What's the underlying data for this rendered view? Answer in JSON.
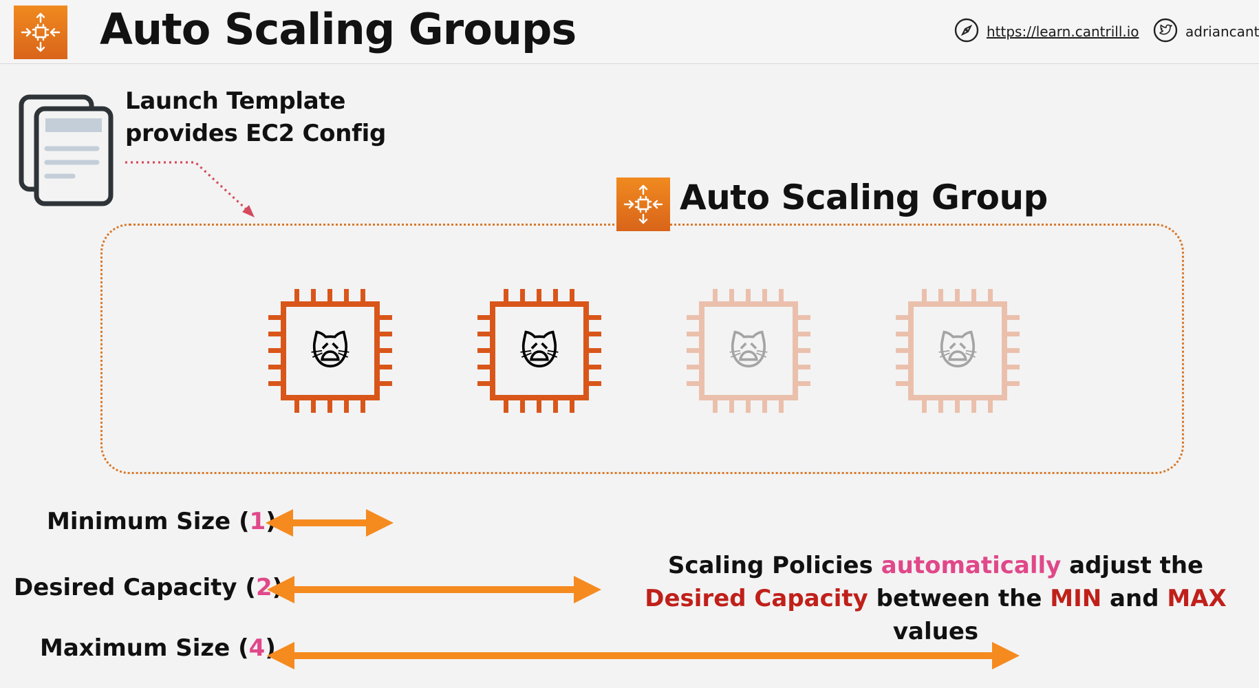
{
  "header": {
    "title": "Auto Scaling Groups",
    "website": "https://learn.cantrill.io",
    "twitter": "adriancantr",
    "website_icon": "compass-icon",
    "twitter_icon": "twitter-bird-icon"
  },
  "launch_template": {
    "line1": "Launch Template",
    "line2": "provides EC2 Config",
    "icon": "document-stack-icon"
  },
  "asg": {
    "label": "Auto Scaling Group",
    "icon": "auto-scaling-icon",
    "instances": [
      {
        "emoji": "🙀",
        "state": "running"
      },
      {
        "emoji": "🙀",
        "state": "running"
      },
      {
        "emoji": "🙀",
        "state": "potential"
      },
      {
        "emoji": "🙀",
        "state": "potential"
      }
    ]
  },
  "sizes": {
    "minimum": {
      "label": "Minimum Size (",
      "value": "1",
      "close": ")"
    },
    "desired": {
      "label": "Desired Capacity (",
      "value": "2",
      "close": ")"
    },
    "maximum": {
      "label": "Maximum Size (",
      "value": "4",
      "close": ")"
    }
  },
  "policy": {
    "p1": "Scaling Policies ",
    "p2": "automatically",
    "p3": " adjust the ",
    "p4": "Desired Capacity",
    "p5": " between the ",
    "p6": "MIN",
    "p7": " and ",
    "p8": "MAX",
    "p9": " values"
  },
  "colors": {
    "accent_orange": "#f58a1f",
    "chip_orange": "#d9561a",
    "number_pink": "#e0488a",
    "emphasis_red": "#c0201a"
  }
}
